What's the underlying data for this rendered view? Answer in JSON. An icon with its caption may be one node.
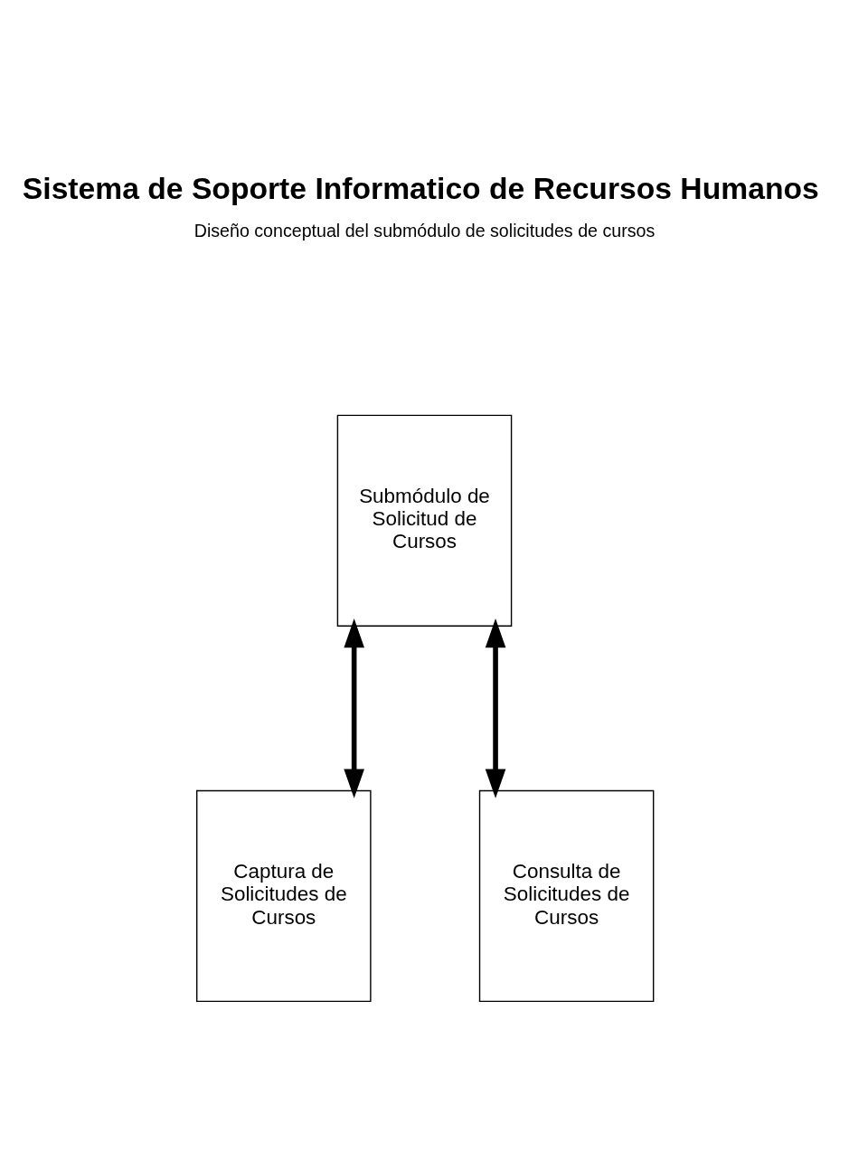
{
  "diagram": {
    "title": "Sistema de Soporte Informatico de Recursos Humanos",
    "nodes": [
      {
        "text": [
          "Submódulo de Solicitud de Cursos"
        ]
      },
      {
        "text": [
          "Captura de Solicitudes de Cursos"
        ]
      },
      {
        "text": [
          "Consulta de Solicitudes de Cursos"
        ]
      }
    ],
    "edges": [
      {
        "from": 0,
        "to": 1,
        "arrow": "both"
      },
      {
        "from": 0,
        "to": 2,
        "arrow": "both"
      }
    ],
    "labels": [
      "Diseño conceptual del submódulo de solicitudes de cursos"
    ]
  }
}
